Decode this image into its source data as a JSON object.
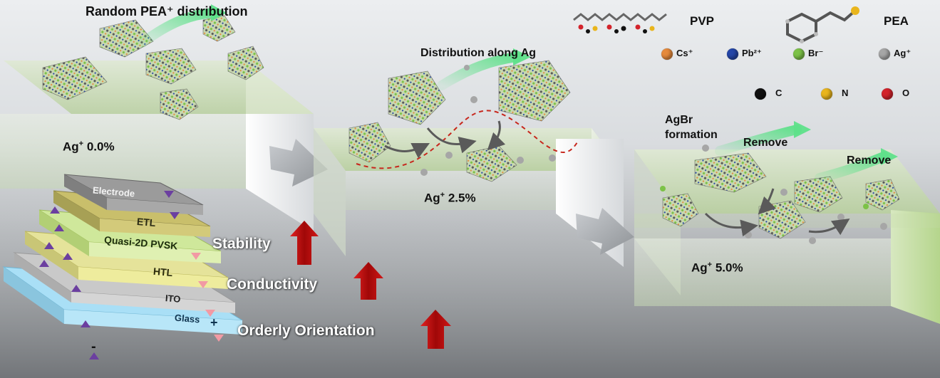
{
  "panels": [
    {
      "caption_prefix": "Ag",
      "charge": "+",
      "value": "0.0%",
      "header": "Random PEA⁺ distribution"
    },
    {
      "caption_prefix": "Ag",
      "charge": "+",
      "value": "2.5%",
      "header": "Distribution along Ag"
    },
    {
      "caption_prefix": "Ag",
      "charge": "+",
      "value": "5.0%",
      "header": "AgBr formation"
    }
  ],
  "remove_labels": [
    "Remove",
    "Remove"
  ],
  "legend": {
    "polymers": [
      {
        "name": "PVP",
        "icon": "pvp-chain-icon"
      },
      {
        "name": "PEA",
        "icon": "pea-molecule-icon"
      }
    ],
    "atoms": [
      {
        "symbol": "Cs⁺",
        "color": "#e58a3c"
      },
      {
        "symbol": "Pb²⁺",
        "color": "#2446a8"
      },
      {
        "symbol": "Br⁻",
        "color": "#7cc247"
      },
      {
        "symbol": "Ag⁺",
        "color": "#a6a6a6"
      },
      {
        "symbol": "C",
        "color": "#111111"
      },
      {
        "symbol": "N",
        "color": "#e9b51c"
      },
      {
        "symbol": "O",
        "color": "#d3232b"
      }
    ]
  },
  "device_layers": [
    "Electrode",
    "ETL",
    "Quasi-2D PVSK",
    "HTL",
    "ITO",
    "Glass"
  ],
  "terminals": {
    "plus": "+",
    "minus": "-"
  },
  "properties": [
    "Stability",
    "Conductivity",
    "Orderly Orientation"
  ],
  "colors": {
    "green_arrow": "#5fe08a",
    "red_arrow": "#c40f0f",
    "gray_arrow": "#9a9ea2"
  }
}
